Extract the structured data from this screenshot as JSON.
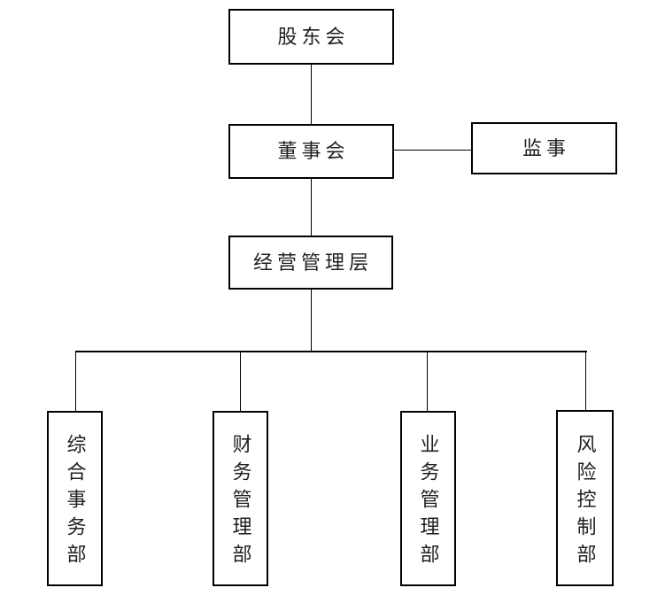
{
  "diagram": {
    "type": "org-chart",
    "background_color": "#ffffff",
    "line_color": "#000000",
    "text_color": "#1f1f1f",
    "nodes": {
      "shareholders": {
        "label": "股东会"
      },
      "board": {
        "label": "董事会"
      },
      "supervisor": {
        "label": "监事"
      },
      "management": {
        "label": "经营管理层"
      },
      "dept_general": {
        "label": "综合事务部"
      },
      "dept_finance": {
        "label": "财务管理部"
      },
      "dept_business": {
        "label": "业务管理部"
      },
      "dept_risk": {
        "label": "风险控制部"
      }
    },
    "edges": [
      {
        "from": "shareholders",
        "to": "board"
      },
      {
        "from": "board",
        "to": "supervisor"
      },
      {
        "from": "board",
        "to": "management"
      },
      {
        "from": "management",
        "to": "dept_general"
      },
      {
        "from": "management",
        "to": "dept_finance"
      },
      {
        "from": "management",
        "to": "dept_business"
      },
      {
        "from": "management",
        "to": "dept_risk"
      }
    ]
  }
}
